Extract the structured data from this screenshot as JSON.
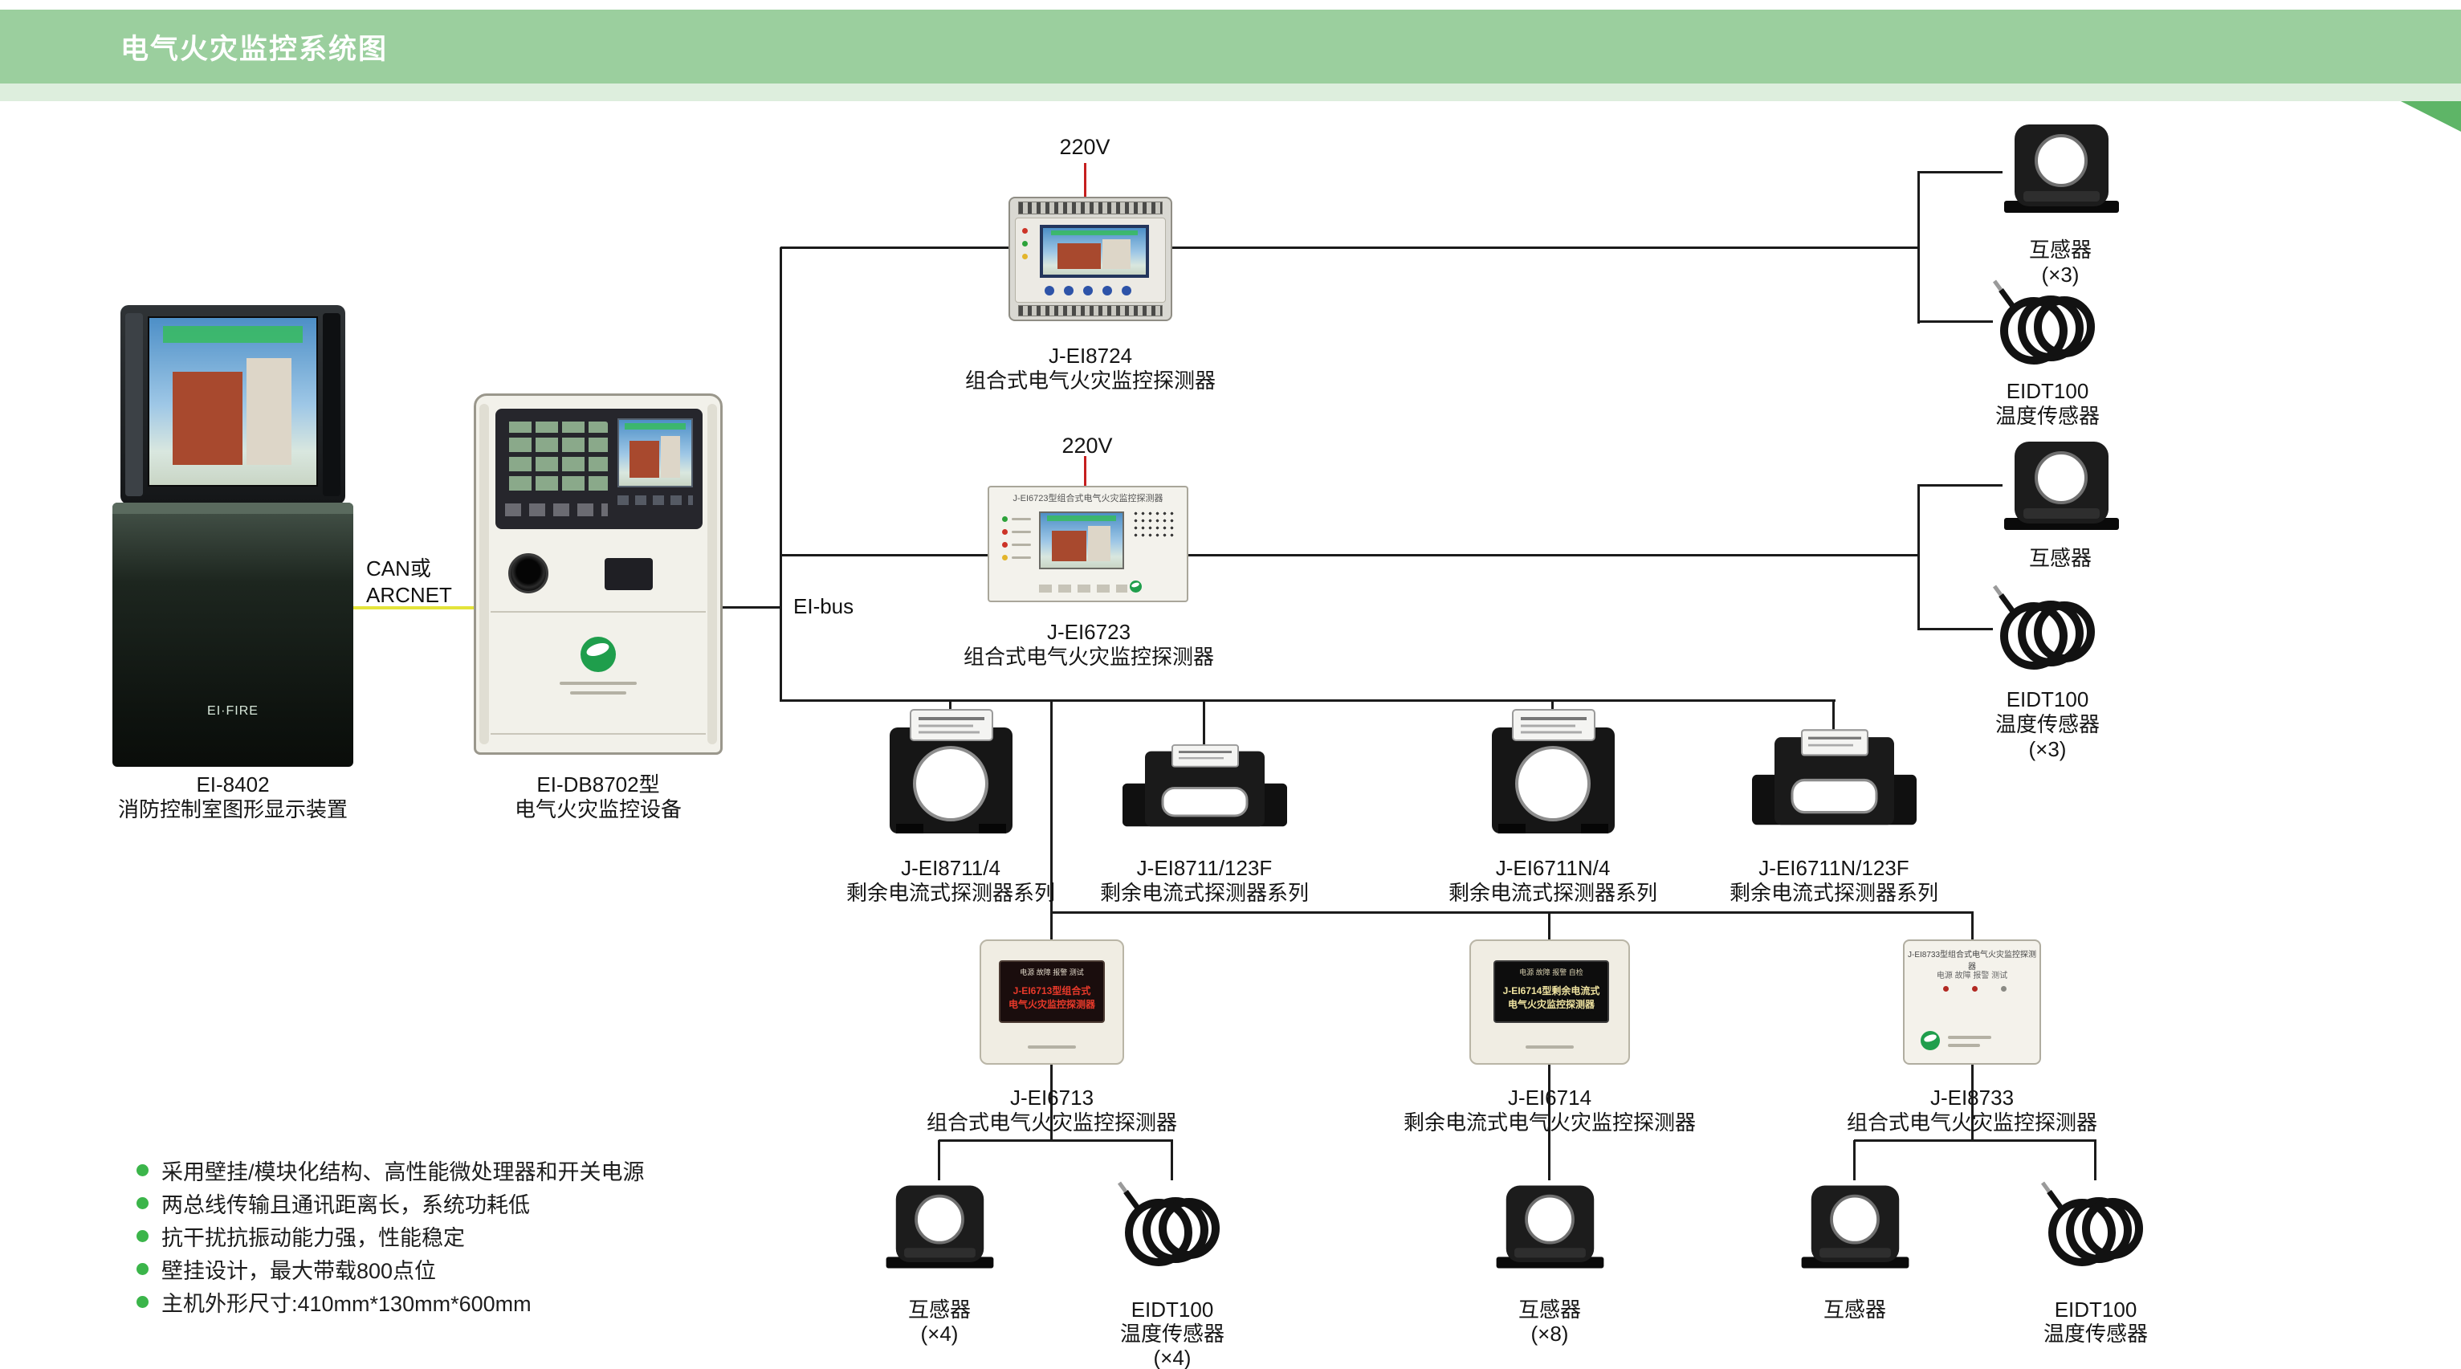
{
  "header": {
    "title": "电气火灾监控系统图"
  },
  "annotations": {
    "can_line1": "CAN或",
    "can_line2": "ARCNET",
    "ei_bus": "EI-bus",
    "power_top": "220V",
    "power_mid": "220V"
  },
  "devices": {
    "ei8402": {
      "name": "EI-8402",
      "desc": "消防控制室图形显示装置",
      "logo_text": "EI·FIRE"
    },
    "db8702": {
      "name": "EI-DB8702型",
      "desc": "电气火灾监控设备"
    },
    "ei8724": {
      "name": "J-EI8724",
      "desc": "组合式电气火灾监控探测器"
    },
    "ei6723": {
      "name": "J-EI6723",
      "desc": "组合式电气火灾监控探测器",
      "panel_title": "J-EI6723型组合式电气火灾监控探测器"
    },
    "ei8711_4": {
      "name": "J-EI8711/4",
      "desc": "剩余电流式探测器系列"
    },
    "ei8711_123f": {
      "name": "J-EI8711/123F",
      "desc": "剩余电流式探测器系列"
    },
    "ei6711n_4": {
      "name": "J-EI6711N/4",
      "desc": "剩余电流式探测器系列"
    },
    "ei6711n_123f": {
      "name": "J-EI6711N/123F",
      "desc": "剩余电流式探测器系列"
    },
    "ei6713": {
      "name": "J-EI6713",
      "desc": "组合式电气火灾监控探测器",
      "screen_row": "电源  故障  报警  测试",
      "screen_line1": "J-EI6713型组合式",
      "screen_line2": "电气火灾监控探测器"
    },
    "ei6714": {
      "name": "J-EI6714",
      "desc": "剩余电流式电气火灾监控探测器",
      "screen_row": "电源  故障  报警  自检",
      "screen_line1": "J-EI6714型剩余电流式",
      "screen_line2": "电气火灾监控探测器"
    },
    "ei8733": {
      "name": "J-EI8733",
      "desc": "组合式电气火灾监控探测器",
      "panel_title": "J-EI8733型组合式电气火灾监控探测器",
      "indicator_labels": "电源  故障  报警  测试"
    }
  },
  "accessories": {
    "ct_top": {
      "name": "互感器",
      "qty": "(×3)"
    },
    "eidt_top": {
      "name": "EIDT100",
      "desc": "温度传感器"
    },
    "ct_mid": {
      "name": "互感器"
    },
    "eidt_mid": {
      "name": "EIDT100",
      "desc": "温度传感器",
      "qty": "(×3)"
    },
    "ct_6713": {
      "name": "互感器",
      "qty": "(×4)"
    },
    "eidt_6713": {
      "name": "EIDT100",
      "desc": "温度传感器",
      "qty": "(×4)"
    },
    "ct_6714": {
      "name": "互感器",
      "qty": "(×8)"
    },
    "ct_8733": {
      "name": "互感器"
    },
    "eidt_8733": {
      "name": "EIDT100",
      "desc": "温度传感器"
    }
  },
  "features": [
    "采用壁挂/模块化结构、高性能微处理器和开关电源",
    "两总线传输且通讯距离长，系统功耗低",
    "抗干扰抗振动能力强，性能稳定",
    "壁挂设计，最大带载800点位",
    "主机外形尺寸:410mm*130mm*600mm"
  ],
  "colors": {
    "header_green": "#9bcf9e",
    "header_strip": "#ddeedd",
    "corner_green": "#5eb567",
    "bullet_green": "#3bb54a",
    "wire_black": "#1b1b1b",
    "wire_red": "#c51f1f",
    "wire_yellow": "#e4e43a"
  }
}
